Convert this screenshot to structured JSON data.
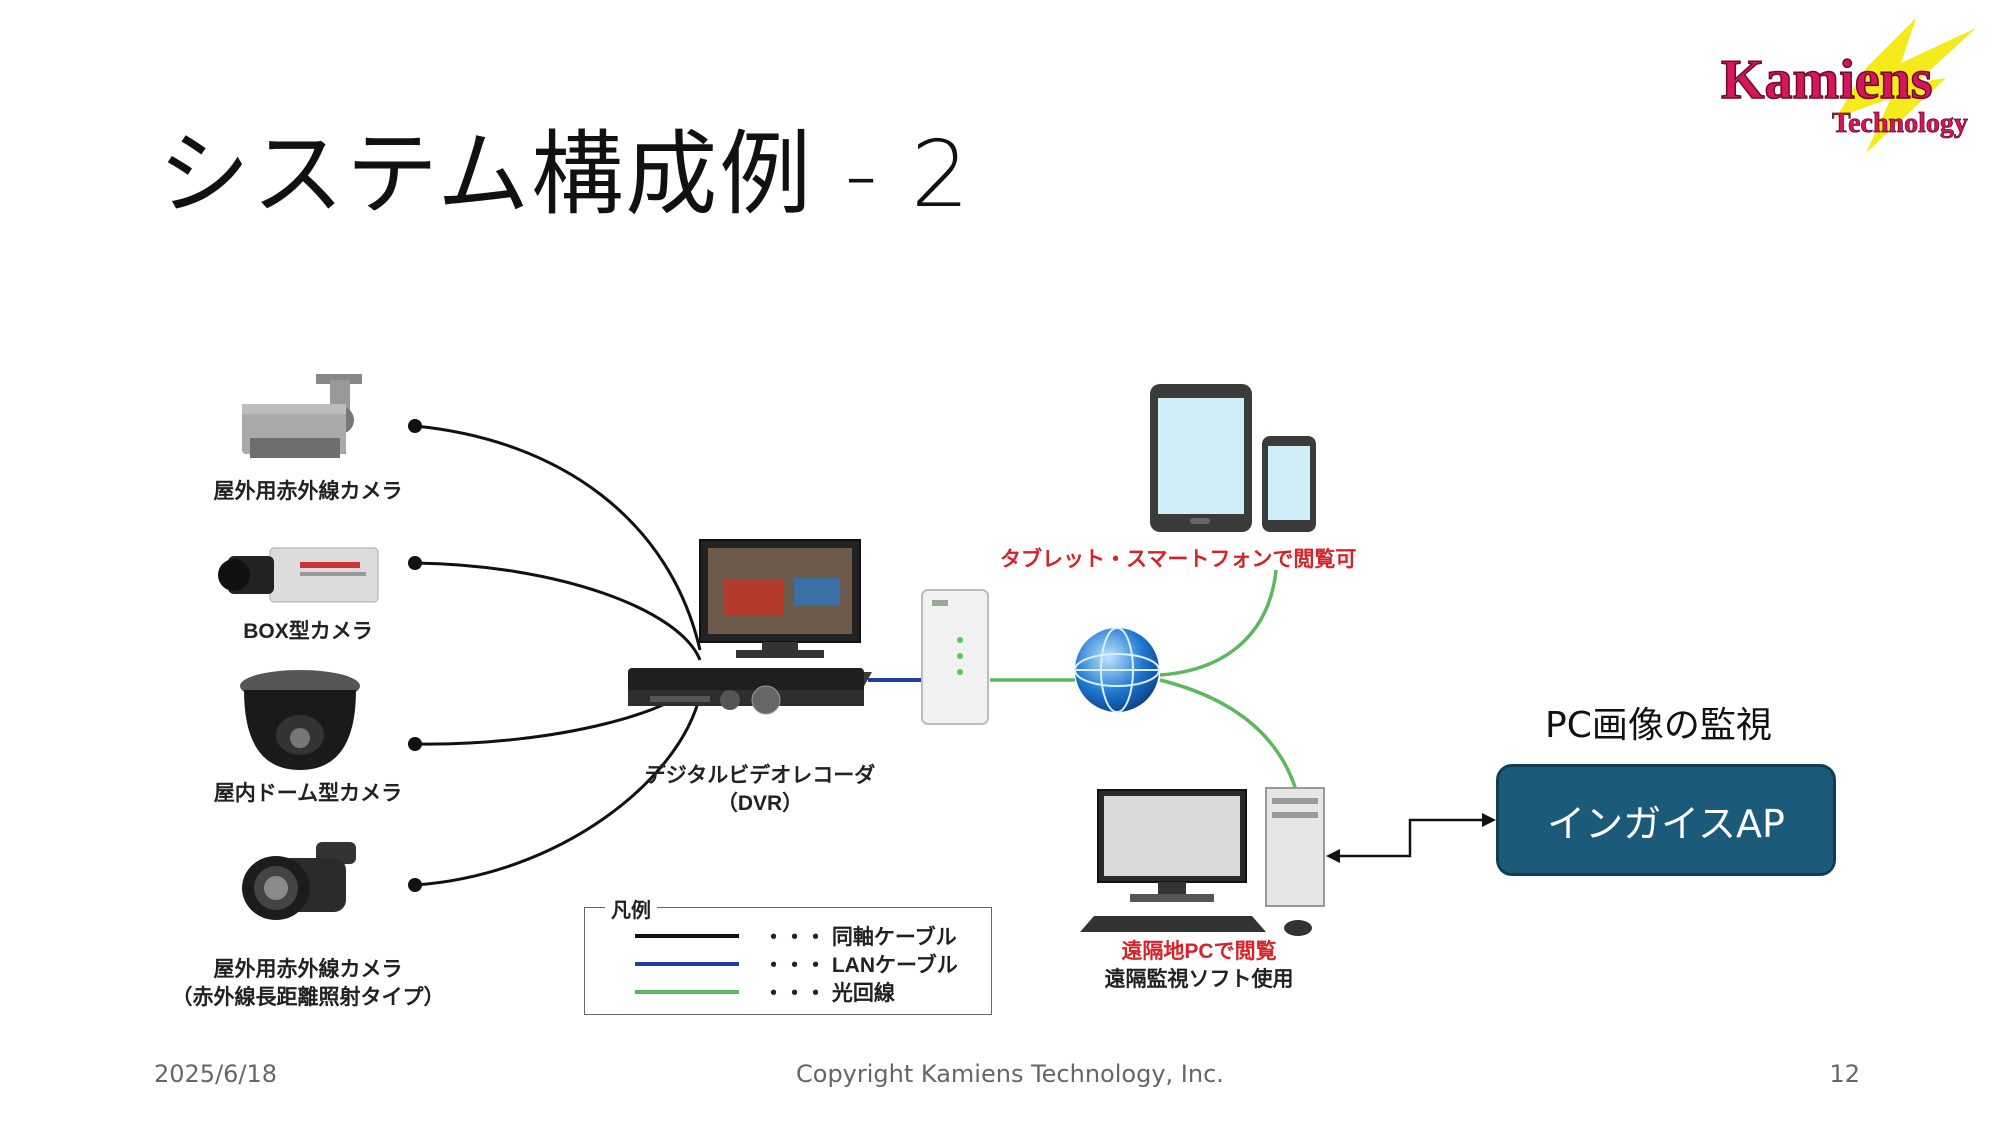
{
  "slide": {
    "title": "システム構成例 - 2",
    "logo": {
      "text_main": "Kamiens",
      "text_sub": "Technology"
    }
  },
  "diagram": {
    "cameras": [
      {
        "label": "屋外用赤外線カメラ"
      },
      {
        "label": "BOX型カメラ"
      },
      {
        "label": "屋内ドーム型カメラ"
      },
      {
        "label_line1": "屋外用赤外線カメラ",
        "label_line2": "（赤外線長距離照射タイプ）"
      }
    ],
    "dvr": {
      "label_line1": "デジタルビデオレコーダ",
      "label_line2": "（DVR）"
    },
    "tablet_label": "タブレット・スマートフォンで閲覧可",
    "remote_pc": {
      "label_line1": "遠隔地PCで閲覧",
      "label_line2": "遠隔監視ソフト使用"
    },
    "pc_monitoring_label": "PC画像の監視",
    "ingais_box_label": "インガイスAP",
    "legend": {
      "title": "凡例",
      "items": [
        {
          "text": "・・・ 同軸ケーブル",
          "color": "#111111"
        },
        {
          "text": "・・・ LANケーブル",
          "color": "#1e3f9c"
        },
        {
          "text": "・・・ 光回線",
          "color": "#5cb85c"
        }
      ]
    },
    "colors": {
      "coax": "#111111",
      "lan": "#1e3f9c",
      "fiber": "#5cb85c",
      "accent_red": "#d8222a",
      "box_fill": "#1c5a7a"
    }
  },
  "footer": {
    "date": "2025/6/18",
    "copyright": "Copyright Kamiens Technology, Inc.",
    "page_number": "12"
  }
}
